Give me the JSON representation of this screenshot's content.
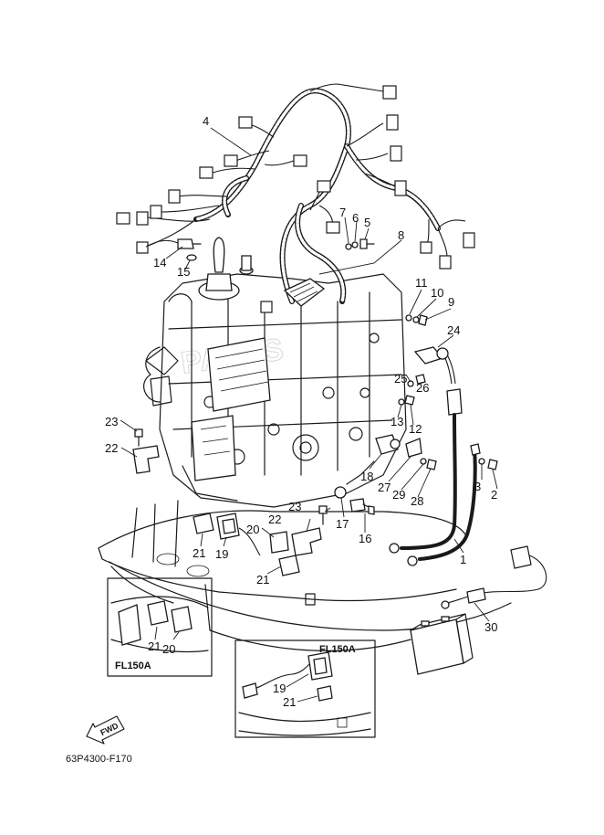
{
  "callouts": {
    "c1": "1",
    "c2": "2",
    "c3": "3",
    "c4": "4",
    "c5": "5",
    "c6": "6",
    "c7": "7",
    "c8": "8",
    "c9": "9",
    "c10": "10",
    "c11": "11",
    "c12": "12",
    "c13": "13",
    "c14": "14",
    "c15": "15",
    "c16": "16",
    "c17": "17",
    "c18": "18",
    "c19": "19",
    "c20": "20",
    "c21": "21",
    "c22": "22",
    "c23": "23",
    "c24": "24",
    "c25": "25",
    "c26": "26",
    "c27": "27",
    "c28": "28",
    "c29": "29",
    "c30": "30"
  },
  "insets": {
    "left": {
      "label": "FL150A",
      "callouts": {
        "a": "21",
        "b": "20"
      }
    },
    "bottom": {
      "label": "FL150A",
      "callouts": {
        "a": "19",
        "b": "21"
      }
    }
  },
  "fwd_arrow": {
    "text": "FWD"
  },
  "drawing_code": "63P4300-F170",
  "colors": {
    "line": "#1a1a1a",
    "background": "#ffffff"
  }
}
